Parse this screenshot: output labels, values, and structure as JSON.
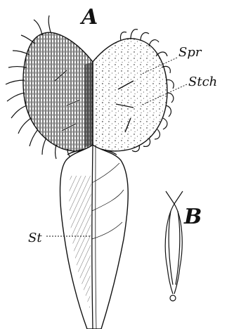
{
  "figure": {
    "labels": {
      "panel_a": "A",
      "panel_b": "B",
      "spr": "Spr",
      "stch": "Stch",
      "st": "St"
    }
  },
  "colors": {
    "ink": "#111111",
    "paper": "#ffffff"
  }
}
